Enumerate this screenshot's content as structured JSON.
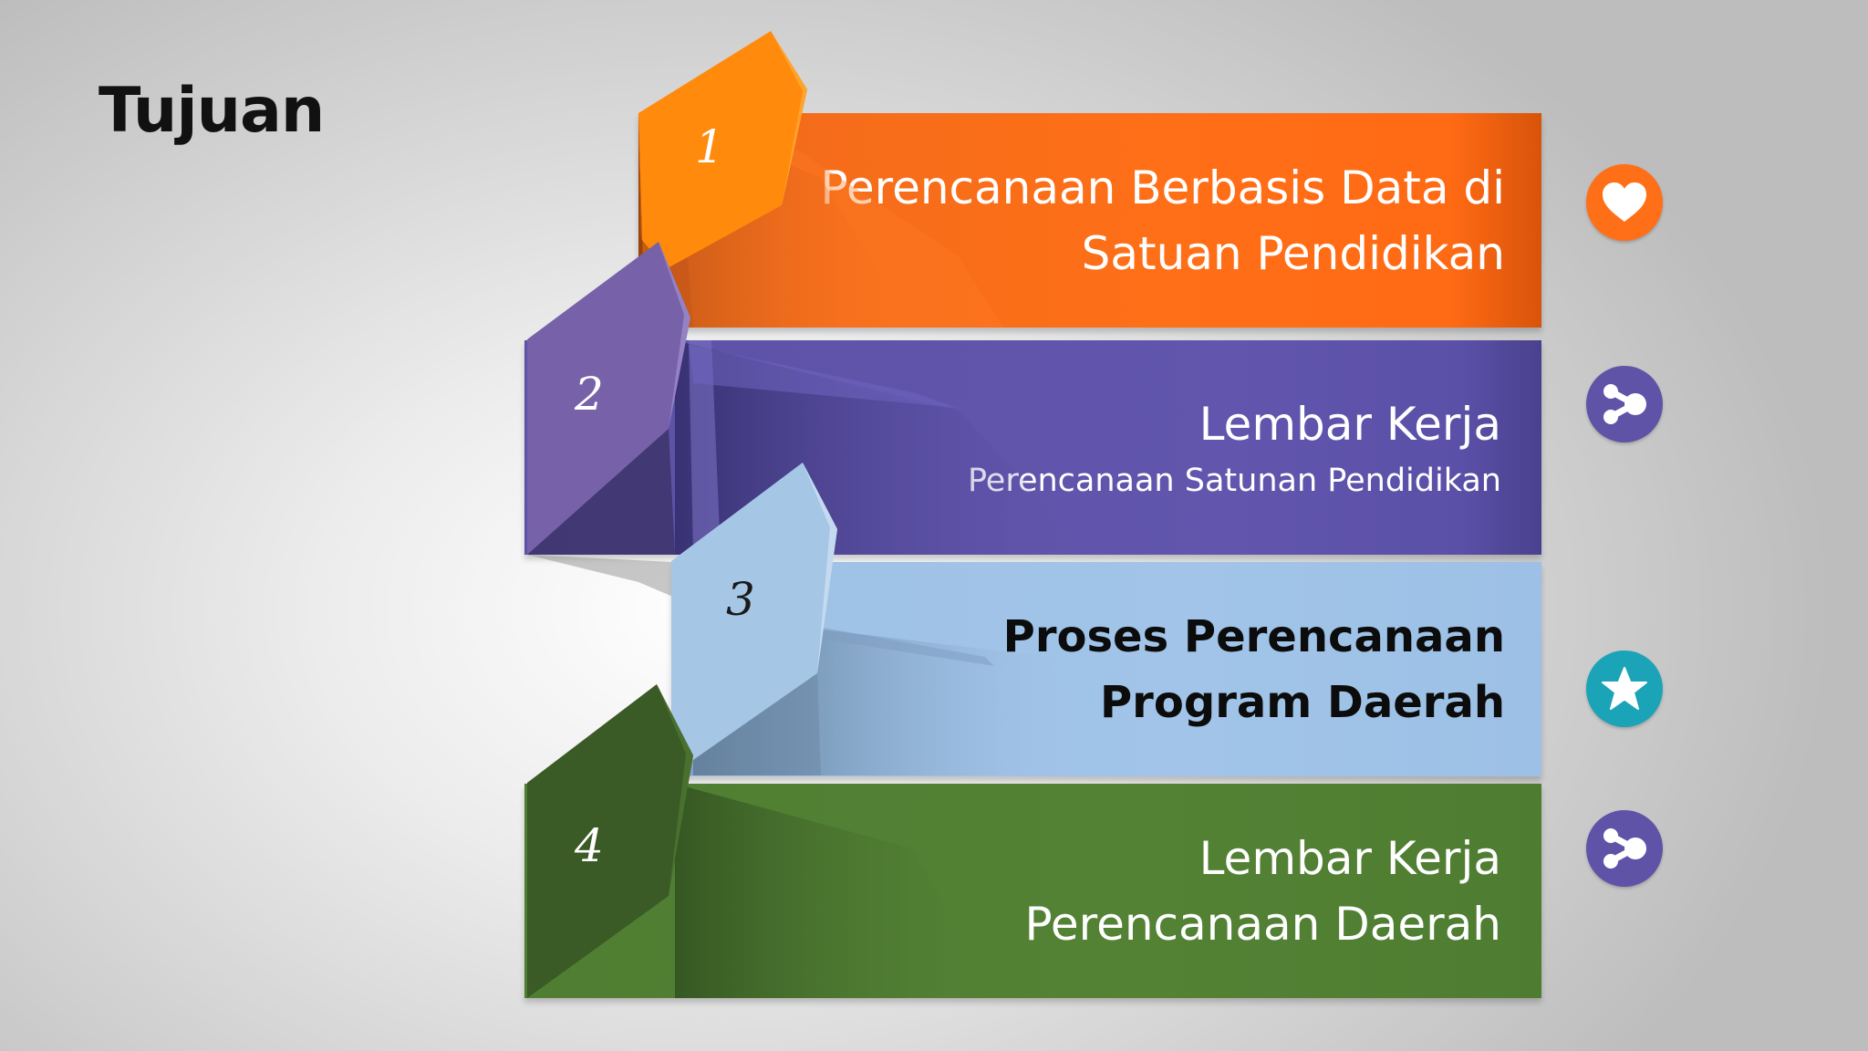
{
  "slide": {
    "title": "Tujuan"
  },
  "steps": [
    {
      "number": "1",
      "lines": [
        "Perencanaan Berbasis Data di",
        "Satuan Pendidikan"
      ],
      "color": "#ff6f17",
      "icon": "heart-icon",
      "icon_color": "#ff6f17"
    },
    {
      "number": "2",
      "line1": "Lembar Kerja",
      "line2": "Perencanaan Satunan Pendidikan",
      "color": "#6155ad",
      "icon": "share-icon",
      "icon_color": "#5f53a8"
    },
    {
      "number": "3",
      "lines": [
        "Proses Perencanaan",
        "Program Daerah"
      ],
      "color": "#a1c4e8",
      "icon": "star-icon",
      "icon_color": "#1ba4b8"
    },
    {
      "number": "4",
      "lines": [
        "Lembar Kerja",
        "Perencanaan Daerah"
      ],
      "color": "#548235",
      "icon": "share-icon",
      "icon_color": "#5f53a8"
    }
  ]
}
